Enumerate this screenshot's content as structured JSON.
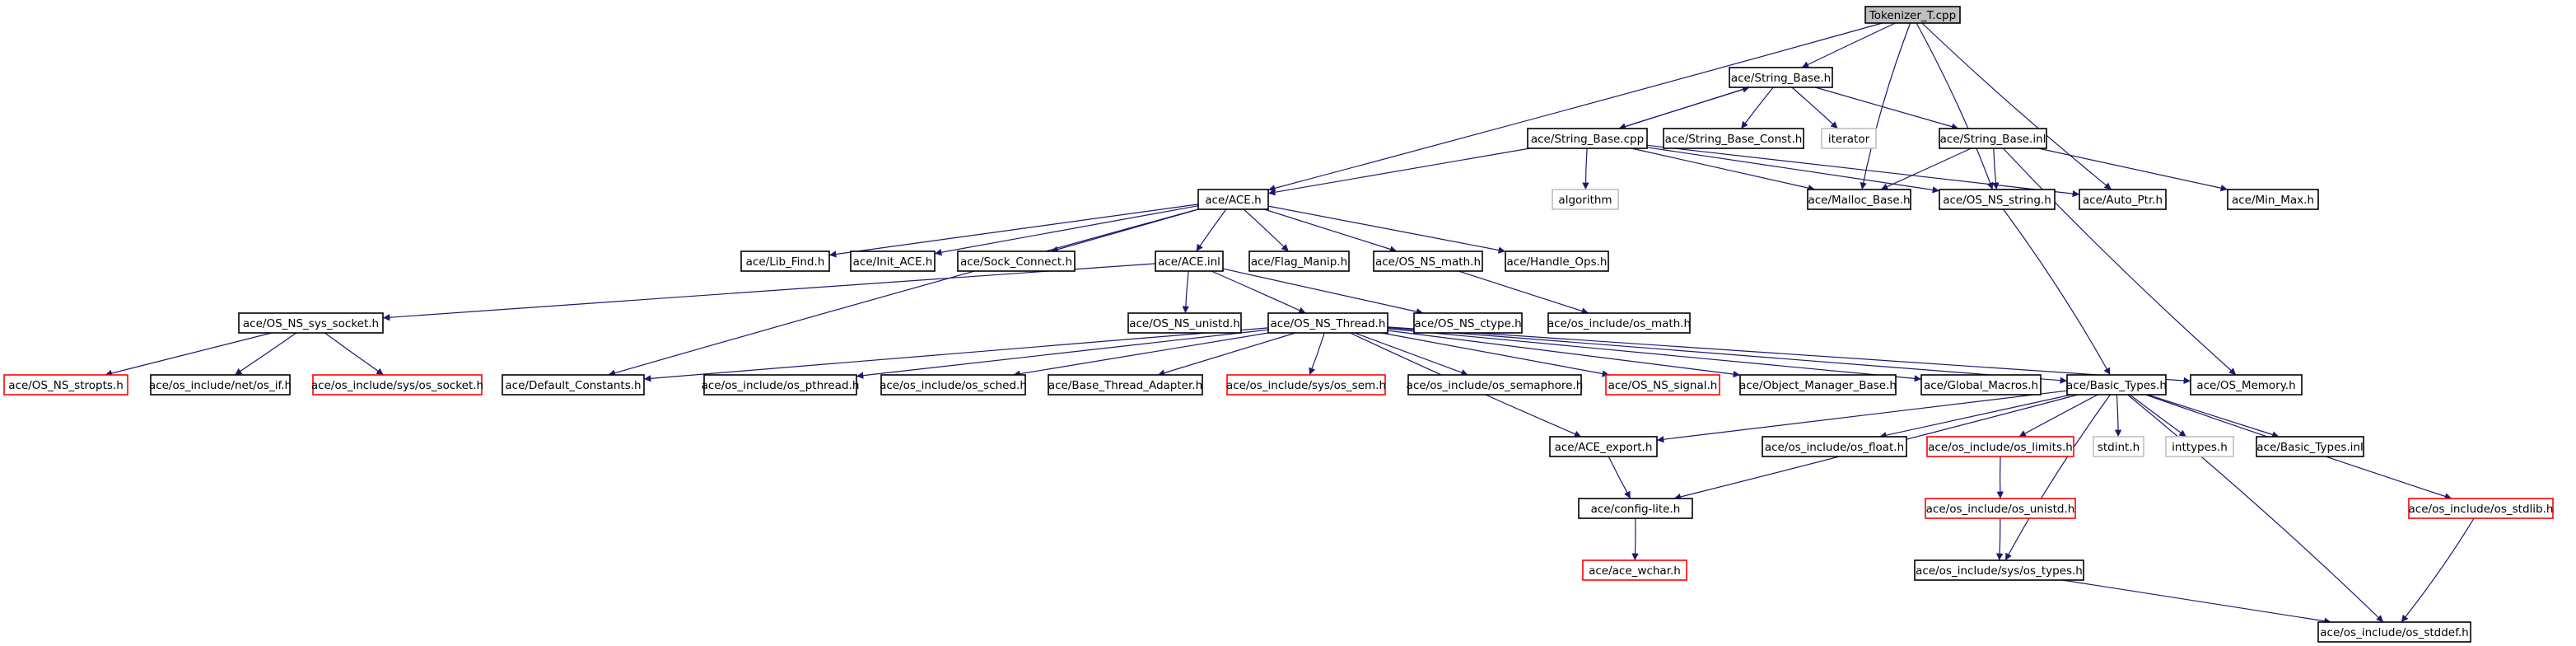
{
  "colors": {
    "edge": "#191970",
    "border_normal": "#000000",
    "border_truncated": "#ff0000",
    "border_external": "#bfbfbf",
    "root_fill": "#bfbfbf",
    "node_fill": "#ffffff"
  },
  "nodes": [
    {
      "id": "tok",
      "label": "Tokenizer_T.cpp",
      "style": "root"
    },
    {
      "id": "strbase",
      "label": "ace/String_Base.h",
      "style": "normal"
    },
    {
      "id": "strcpp",
      "label": "ace/String_Base.cpp",
      "style": "normal"
    },
    {
      "id": "strconst",
      "label": "ace/String_Base_Const.h",
      "style": "normal"
    },
    {
      "id": "iterator",
      "label": "iterator",
      "style": "external"
    },
    {
      "id": "strinl",
      "label": "ace/String_Base.inl",
      "style": "normal"
    },
    {
      "id": "algorithm",
      "label": "algorithm",
      "style": "external"
    },
    {
      "id": "aceh",
      "label": "ace/ACE.h",
      "style": "normal"
    },
    {
      "id": "malloc",
      "label": "ace/Malloc_Base.h",
      "style": "normal"
    },
    {
      "id": "osstring",
      "label": "ace/OS_NS_string.h",
      "style": "normal"
    },
    {
      "id": "autoptr",
      "label": "ace/Auto_Ptr.h",
      "style": "normal"
    },
    {
      "id": "minmax",
      "label": "ace/Min_Max.h",
      "style": "normal"
    },
    {
      "id": "libfind",
      "label": "ace/Lib_Find.h",
      "style": "normal"
    },
    {
      "id": "initace",
      "label": "ace/Init_ACE.h",
      "style": "normal"
    },
    {
      "id": "sock",
      "label": "ace/Sock_Connect.h",
      "style": "normal"
    },
    {
      "id": "aceinl",
      "label": "ace/ACE.inl",
      "style": "normal"
    },
    {
      "id": "flag",
      "label": "ace/Flag_Manip.h",
      "style": "normal"
    },
    {
      "id": "osmath",
      "label": "ace/OS_NS_math.h",
      "style": "normal"
    },
    {
      "id": "handle",
      "label": "ace/Handle_Ops.h",
      "style": "normal"
    },
    {
      "id": "ossyssock",
      "label": "ace/OS_NS_sys_socket.h",
      "style": "normal"
    },
    {
      "id": "osunistd",
      "label": "ace/OS_NS_unistd.h",
      "style": "normal"
    },
    {
      "id": "osthread",
      "label": "ace/OS_NS_Thread.h",
      "style": "normal"
    },
    {
      "id": "osctype",
      "label": "ace/OS_NS_ctype.h",
      "style": "normal"
    },
    {
      "id": "incmath",
      "label": "ace/os_include/os_math.h",
      "style": "normal"
    },
    {
      "id": "stropts",
      "label": "ace/OS_NS_stropts.h",
      "style": "truncated"
    },
    {
      "id": "netif",
      "label": "ace/os_include/net/os_if.h",
      "style": "normal"
    },
    {
      "id": "syssocket",
      "label": "ace/os_include/sys/os_socket.h",
      "style": "truncated"
    },
    {
      "id": "defconst",
      "label": "ace/Default_Constants.h",
      "style": "normal"
    },
    {
      "id": "pthread",
      "label": "ace/os_include/os_pthread.h",
      "style": "normal"
    },
    {
      "id": "sched",
      "label": "ace/os_include/os_sched.h",
      "style": "normal"
    },
    {
      "id": "basethr",
      "label": "ace/Base_Thread_Adapter.h",
      "style": "normal"
    },
    {
      "id": "syssem",
      "label": "ace/os_include/sys/os_sem.h",
      "style": "truncated"
    },
    {
      "id": "semaphore",
      "label": "ace/os_include/os_semaphore.h",
      "style": "normal"
    },
    {
      "id": "ossignal",
      "label": "ace/OS_NS_signal.h",
      "style": "truncated"
    },
    {
      "id": "objmgr",
      "label": "ace/Object_Manager_Base.h",
      "style": "normal"
    },
    {
      "id": "globmac",
      "label": "ace/Global_Macros.h",
      "style": "normal"
    },
    {
      "id": "basictypes",
      "label": "ace/Basic_Types.h",
      "style": "normal"
    },
    {
      "id": "osmemory",
      "label": "ace/OS_Memory.h",
      "style": "normal"
    },
    {
      "id": "aceexport",
      "label": "ace/ACE_export.h",
      "style": "normal"
    },
    {
      "id": "osfloat",
      "label": "ace/os_include/os_float.h",
      "style": "normal"
    },
    {
      "id": "oslimits",
      "label": "ace/os_include/os_limits.h",
      "style": "truncated"
    },
    {
      "id": "stdint",
      "label": "stdint.h",
      "style": "external"
    },
    {
      "id": "inttypes",
      "label": "inttypes.h",
      "style": "external"
    },
    {
      "id": "btinl",
      "label": "ace/Basic_Types.inl",
      "style": "normal"
    },
    {
      "id": "osstdlib",
      "label": "ace/os_include/os_stdlib.h",
      "style": "truncated"
    },
    {
      "id": "configlite",
      "label": "ace/config-lite.h",
      "style": "normal"
    },
    {
      "id": "incunistd",
      "label": "ace/os_include/os_unistd.h",
      "style": "truncated"
    },
    {
      "id": "wchar",
      "label": "ace/ace_wchar.h",
      "style": "truncated"
    },
    {
      "id": "systypes",
      "label": "ace/os_include/sys/os_types.h",
      "style": "normal"
    },
    {
      "id": "stddef",
      "label": "ace/os_include/os_stddef.h",
      "style": "normal"
    }
  ],
  "edges": [
    [
      "tok",
      "strbase"
    ],
    [
      "tok",
      "aceh"
    ],
    [
      "tok",
      "malloc"
    ],
    [
      "tok",
      "osstring"
    ],
    [
      "tok",
      "autoptr"
    ],
    [
      "strbase",
      "strcpp"
    ],
    [
      "strbase",
      "strconst"
    ],
    [
      "strbase",
      "iterator"
    ],
    [
      "strbase",
      "strinl"
    ],
    [
      "strcpp",
      "strbase"
    ],
    [
      "strcpp",
      "algorithm"
    ],
    [
      "strcpp",
      "aceh"
    ],
    [
      "strcpp",
      "malloc"
    ],
    [
      "strcpp",
      "osstring"
    ],
    [
      "strcpp",
      "autoptr"
    ],
    [
      "strinl",
      "malloc"
    ],
    [
      "strinl",
      "osstring"
    ],
    [
      "strinl",
      "minmax"
    ],
    [
      "strinl",
      "osmemory"
    ],
    [
      "aceh",
      "libfind"
    ],
    [
      "aceh",
      "initace"
    ],
    [
      "aceh",
      "sock"
    ],
    [
      "aceh",
      "aceinl"
    ],
    [
      "aceh",
      "flag"
    ],
    [
      "aceh",
      "osmath"
    ],
    [
      "aceh",
      "handle"
    ],
    [
      "aceh",
      "defconst"
    ],
    [
      "aceinl",
      "ossyssock"
    ],
    [
      "aceinl",
      "osunistd"
    ],
    [
      "aceinl",
      "osthread"
    ],
    [
      "aceinl",
      "osctype"
    ],
    [
      "osmath",
      "incmath"
    ],
    [
      "ossyssock",
      "stropts"
    ],
    [
      "ossyssock",
      "netif"
    ],
    [
      "ossyssock",
      "syssocket"
    ],
    [
      "osthread",
      "defconst"
    ],
    [
      "osthread",
      "pthread"
    ],
    [
      "osthread",
      "sched"
    ],
    [
      "osthread",
      "basethr"
    ],
    [
      "osthread",
      "syssem"
    ],
    [
      "osthread",
      "semaphore"
    ],
    [
      "osthread",
      "ossignal"
    ],
    [
      "osthread",
      "objmgr"
    ],
    [
      "osthread",
      "globmac"
    ],
    [
      "osthread",
      "basictypes"
    ],
    [
      "osthread",
      "osmemory"
    ],
    [
      "osthread",
      "aceexport"
    ],
    [
      "osstring",
      "basictypes"
    ],
    [
      "basictypes",
      "aceexport"
    ],
    [
      "basictypes",
      "osfloat"
    ],
    [
      "basictypes",
      "oslimits"
    ],
    [
      "basictypes",
      "stdint"
    ],
    [
      "basictypes",
      "inttypes"
    ],
    [
      "basictypes",
      "btinl"
    ],
    [
      "basictypes",
      "osstdlib"
    ],
    [
      "basictypes",
      "configlite"
    ],
    [
      "basictypes",
      "systypes"
    ],
    [
      "basictypes",
      "stddef"
    ],
    [
      "aceexport",
      "configlite"
    ],
    [
      "configlite",
      "wchar"
    ],
    [
      "oslimits",
      "incunistd"
    ],
    [
      "incunistd",
      "systypes"
    ],
    [
      "systypes",
      "stddef"
    ],
    [
      "osstdlib",
      "stddef"
    ]
  ]
}
